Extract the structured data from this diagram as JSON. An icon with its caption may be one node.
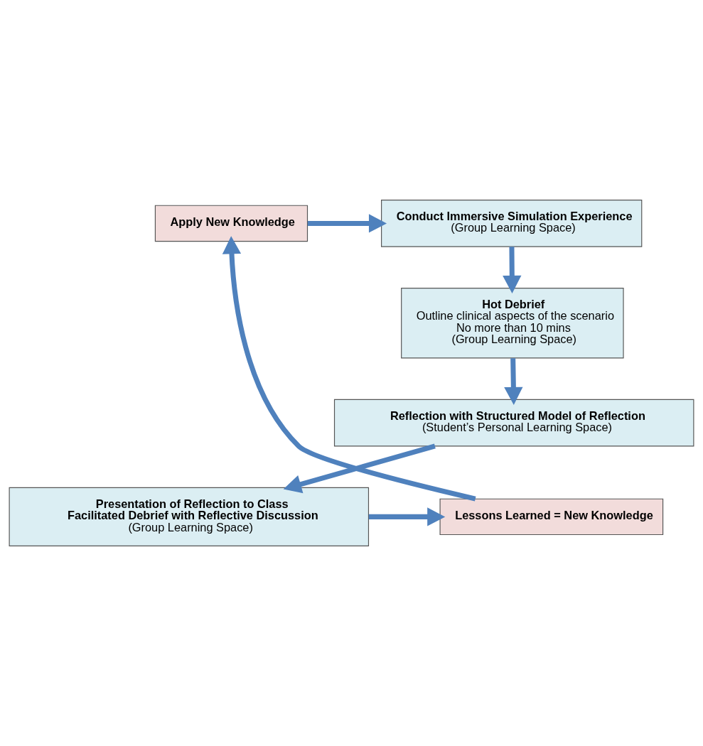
{
  "diagram": {
    "nodes": [
      {
        "text": [
          "Conduct Immersive Simulation Experience",
          "(Group Learning Space)"
        ]
      },
      {
        "text": [
          "Hot Debrief",
          "Outline clinical aspects of the scenario",
          "No more than 10 mins",
          "(Group Learning Space)"
        ]
      },
      {
        "text": [
          "Reflection with Structured Model of Reflection",
          "(Student’s Personal Learning Space)"
        ]
      },
      {
        "text": [
          "Presentation of Reflection to Class",
          "Facilitated Debrief with Reflective Discussion",
          "(Group Learning Space)"
        ]
      },
      {
        "text": [
          "Lessons Learned = New Knowledge"
        ]
      },
      {
        "text": [
          "Apply New Knowledge"
        ]
      }
    ],
    "edges": [
      {
        "from": 0,
        "to": 1,
        "arrow": "to"
      },
      {
        "from": 1,
        "to": 2,
        "arrow": "to"
      },
      {
        "from": 2,
        "to": 3,
        "arrow": "to"
      },
      {
        "from": 3,
        "to": 4,
        "arrow": "to"
      },
      {
        "from": 4,
        "to": 5,
        "arrow": "to"
      },
      {
        "from": 5,
        "to": 0,
        "arrow": "to"
      }
    ]
  }
}
